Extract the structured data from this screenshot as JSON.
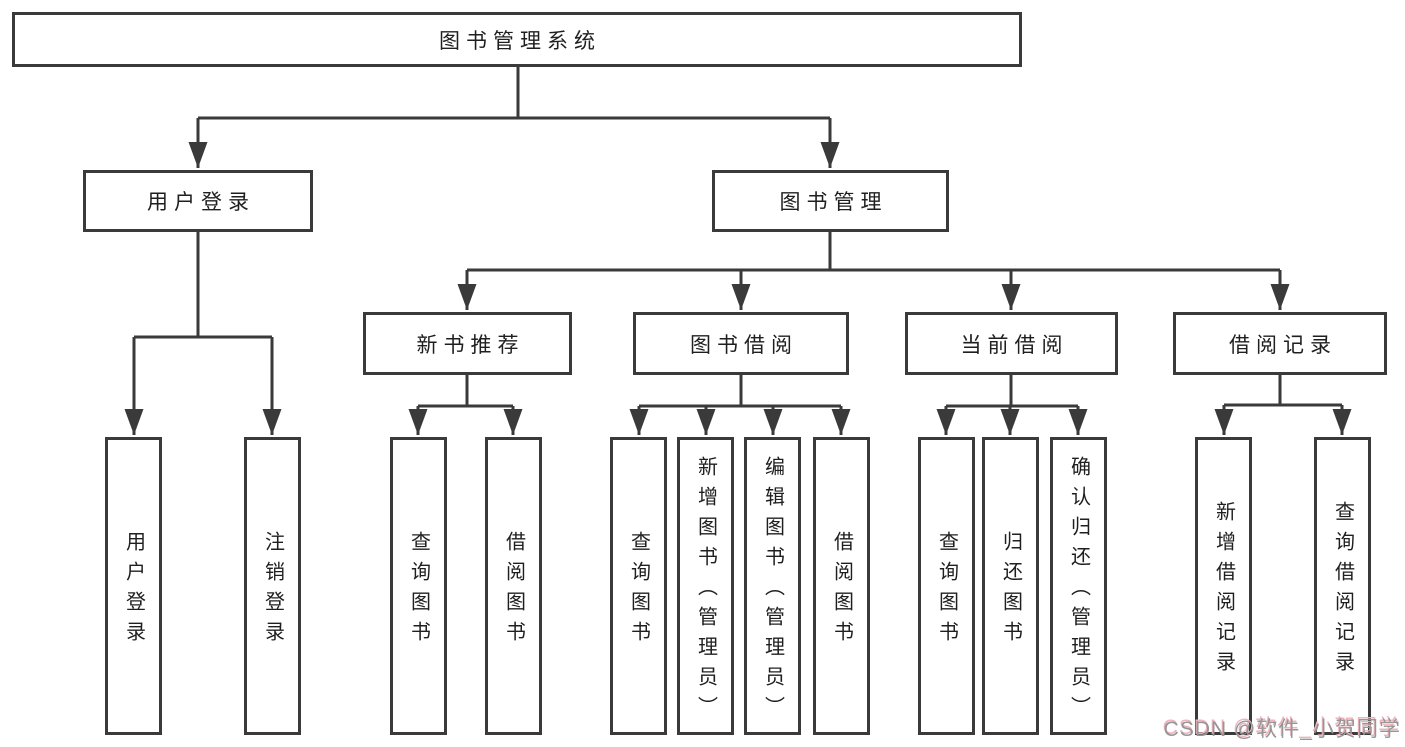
{
  "diagram": {
    "root": {
      "label": "图书管理系统"
    },
    "level2": [
      {
        "id": "user-login",
        "label": "用户登录"
      },
      {
        "id": "book-management",
        "label": "图书管理"
      }
    ],
    "level3": [
      {
        "id": "new-book-recommend",
        "label": "新书推荐",
        "parent": "book-management"
      },
      {
        "id": "book-borrow",
        "label": "图书借阅",
        "parent": "book-management"
      },
      {
        "id": "current-borrow",
        "label": "当前借阅",
        "parent": "book-management"
      },
      {
        "id": "borrow-records",
        "label": "借阅记录",
        "parent": "book-management"
      }
    ],
    "leaves": [
      {
        "id": "user-login-action",
        "label": "用户登录",
        "parent": "user-login"
      },
      {
        "id": "logout-action",
        "label": "注销登录",
        "parent": "user-login"
      },
      {
        "id": "query-books-recommend",
        "label": "查询图书",
        "parent": "new-book-recommend"
      },
      {
        "id": "borrow-books-recommend",
        "label": "借阅图书",
        "parent": "new-book-recommend"
      },
      {
        "id": "query-books-borrow",
        "label": "查询图书",
        "parent": "book-borrow"
      },
      {
        "id": "add-books-admin",
        "label": "新增图书（管理员）",
        "parent": "book-borrow"
      },
      {
        "id": "edit-books-admin",
        "label": "编辑图书（管理员）",
        "parent": "book-borrow"
      },
      {
        "id": "borrow-books-borrow",
        "label": "借阅图书",
        "parent": "book-borrow"
      },
      {
        "id": "query-books-current",
        "label": "查询图书",
        "parent": "current-borrow"
      },
      {
        "id": "return-books",
        "label": "归还图书",
        "parent": "current-borrow"
      },
      {
        "id": "confirm-return-admin",
        "label": "确认归还（管理员）",
        "parent": "current-borrow"
      },
      {
        "id": "add-borrow-record",
        "label": "新增借阅记录",
        "parent": "borrow-records"
      },
      {
        "id": "query-borrow-record",
        "label": "查询借阅记录",
        "parent": "borrow-records"
      }
    ],
    "watermark": "CSDN @软件_小贺同学",
    "colors": {
      "line": "#3a3a3a",
      "text": "#1f1f1f",
      "background": "#ffffff",
      "watermark": "#969696",
      "watermark_shadow": "#eeb3bd"
    }
  }
}
